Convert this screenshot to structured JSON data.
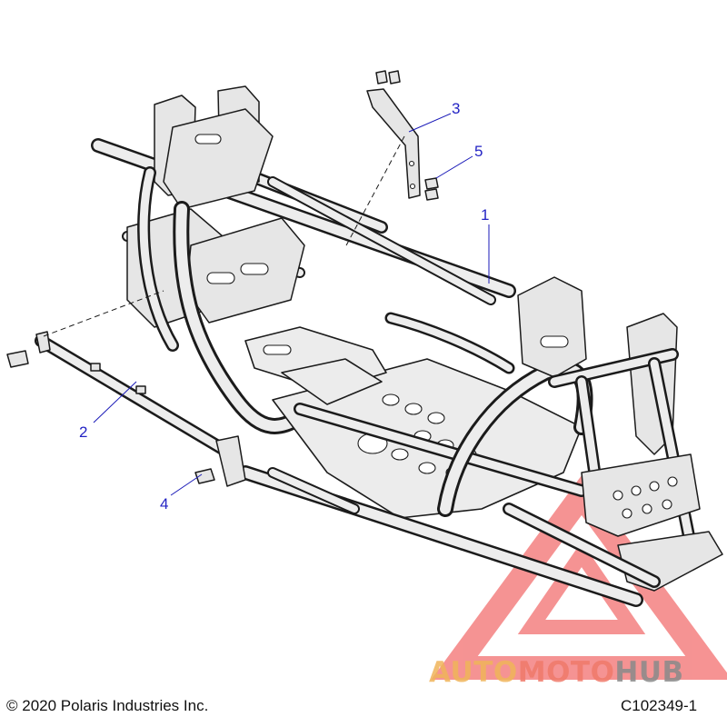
{
  "diagram": {
    "callouts": [
      {
        "id": "1",
        "label": "1"
      },
      {
        "id": "2",
        "label": "2"
      },
      {
        "id": "3",
        "label": "3"
      },
      {
        "id": "4",
        "label": "4"
      },
      {
        "id": "5",
        "label": "5"
      }
    ],
    "copyright": "© 2020 Polaris Industries Inc.",
    "figure_code": "C102349-1",
    "callout_color": "#2323c4"
  },
  "watermark": {
    "word_part1": "AUTO",
    "word_part2": "MOTO",
    "word_part3": "HUB",
    "colors": {
      "auto": "#f0b45a",
      "moto": "#f07a6a",
      "hub": "#8a8a8a",
      "logo": "#ee3b3b"
    }
  }
}
